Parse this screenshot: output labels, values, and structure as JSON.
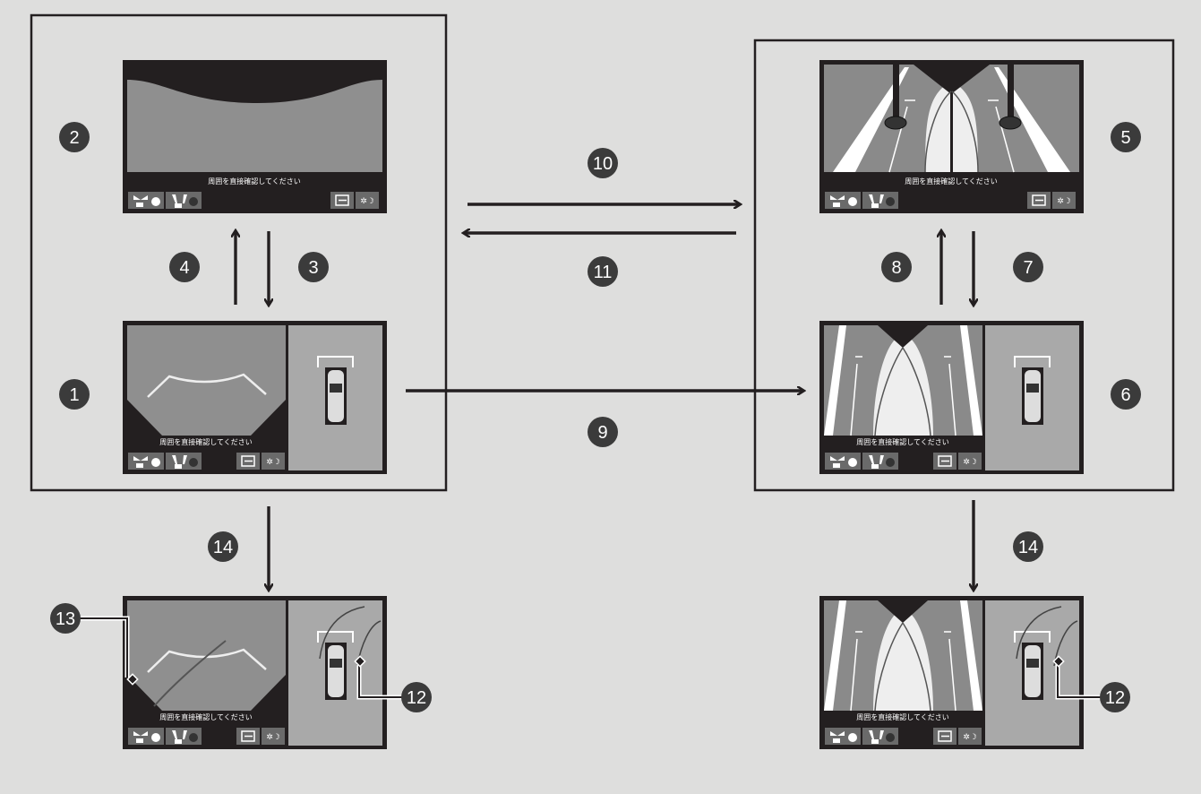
{
  "screen_caption": "周囲を直接確認してください",
  "badges": {
    "b1": "1",
    "b2": "2",
    "b3": "3",
    "b4": "4",
    "b5": "5",
    "b6": "6",
    "b7": "7",
    "b8": "8",
    "b9": "9",
    "b10": "10",
    "b11": "11",
    "b12a": "12",
    "b12b": "12",
    "b13": "13",
    "b14a": "14",
    "b14b": "14"
  },
  "colors": {
    "background": "#dededd",
    "badge": "#3b3b3b",
    "screen_frame": "#231f20",
    "camera_gray": "#8f8f8f",
    "panel_gray": "#a9a9a9"
  }
}
